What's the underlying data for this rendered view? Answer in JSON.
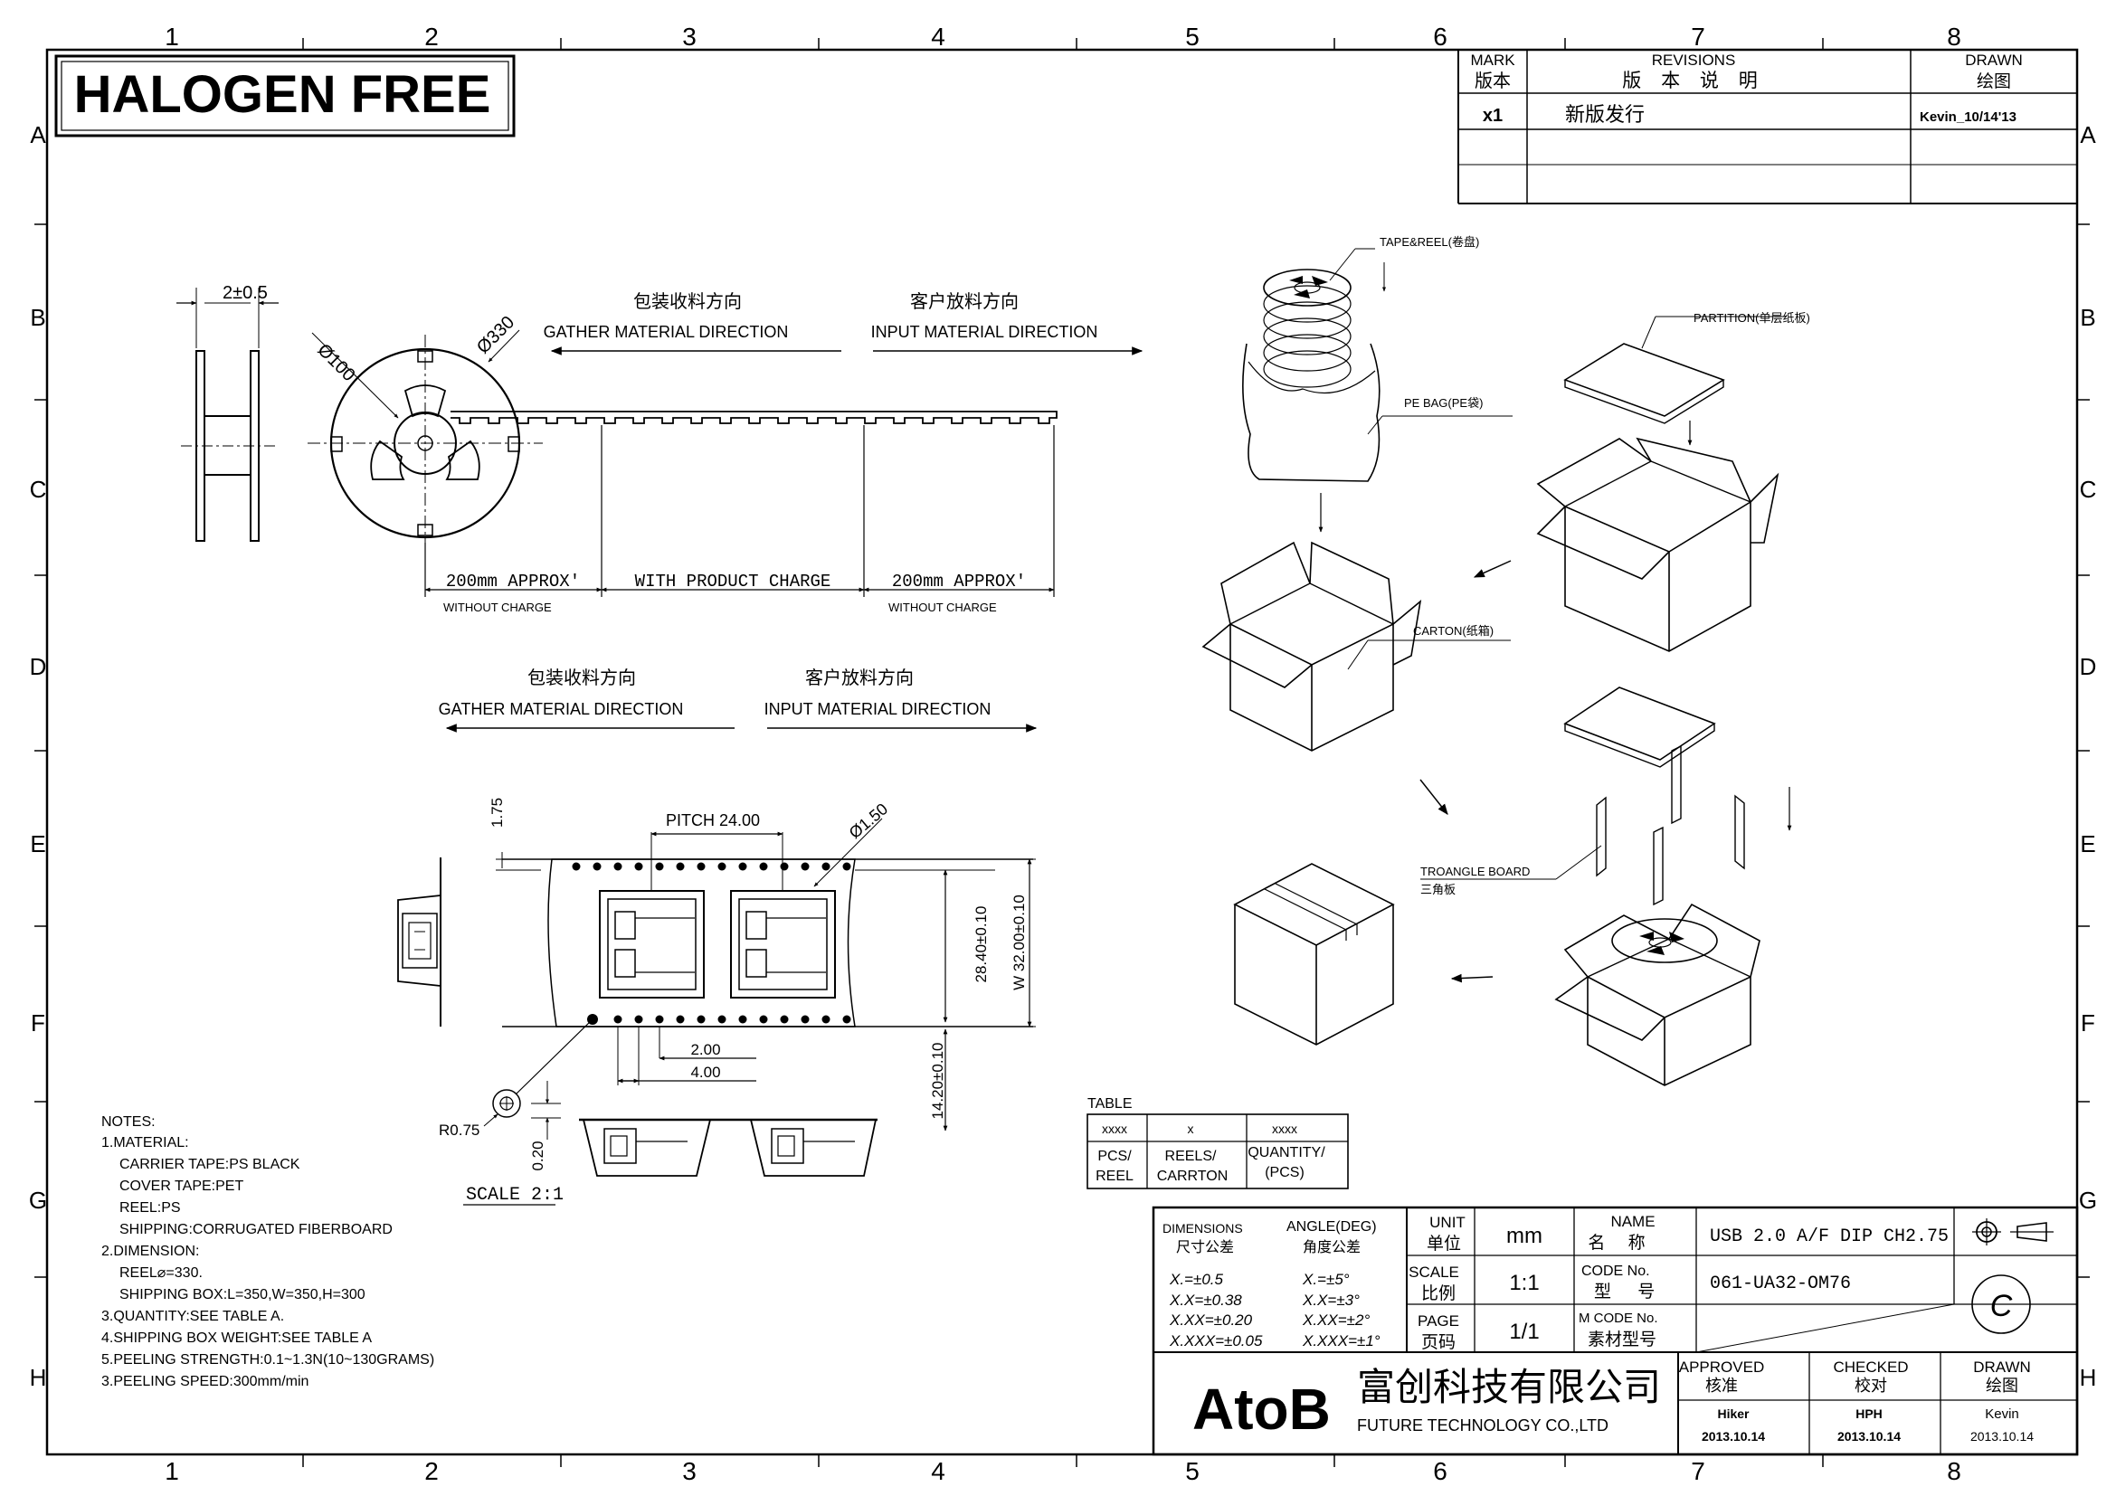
{
  "banner": "HALOGEN FREE",
  "grid": {
    "columns": [
      "1",
      "2",
      "3",
      "4",
      "5",
      "6",
      "7",
      "8"
    ],
    "rows": [
      "A",
      "B",
      "C",
      "D",
      "E",
      "F",
      "G",
      "H"
    ]
  },
  "revisions": {
    "mark_header": "MARK",
    "mark_header_cn": "版本",
    "rev_header": "REVISIONS",
    "rev_header_cn": "版 本 说 明",
    "drawn_header": "DRAWN",
    "drawn_header_cn": "绘图",
    "mark": "x1",
    "description": "新版发行",
    "drawn": "Kevin_10/14'13"
  },
  "reel_view": {
    "dim_width": "2±0.5",
    "dim_hub": "Ø100",
    "dim_reel": "Ø330",
    "gather_cn": "包装收料方向",
    "gather": "GATHER MATERIAL DIRECTION",
    "input_cn": "客户放料方向",
    "input": "INPUT MATERIAL DIRECTION",
    "leader_left": "200mm APPROX'",
    "leader_left_sub": "WITHOUT CHARGE",
    "middle": "WITH PRODUCT CHARGE",
    "leader_right": "200mm APPROX'",
    "leader_right_sub": "WITHOUT CHARGE"
  },
  "tape_view": {
    "gather_cn": "包装收料方向",
    "gather": "GATHER MATERIAL DIRECTION",
    "input_cn": "客户放料方向",
    "input": "INPUT MATERIAL DIRECTION",
    "dim_175": "1.75",
    "pitch": "PITCH 24.00",
    "hole": "Ø1.50",
    "dim_2840": "28.40±0.10",
    "dim_w": "W 32.00±0.10",
    "dim_1420": "14.20±0.10",
    "dim_200": "2.00",
    "dim_400": "4.00",
    "dim_r": "R0.75",
    "dim_020": "0.20",
    "scale": "SCALE 2:1"
  },
  "packaging": {
    "tape_reel": "TAPE&REEL(卷盘)",
    "partition": "PARTITION(单层纸板)",
    "pe_bag": "PE BAG(PE袋)",
    "carton": "CARTON(纸箱)",
    "triangle": "TROANGLE BOARD",
    "triangle_cn": "三角板"
  },
  "table": {
    "title": "TABLE",
    "row1": [
      "xxxx",
      "x",
      "xxxx"
    ],
    "row2": [
      "PCS/",
      "REELS/",
      "QUANTITY/"
    ],
    "row3": [
      "REEL",
      "CARRTON",
      "(PCS)"
    ]
  },
  "notes": [
    "NOTES:",
    "1.MATERIAL:",
    "CARRIER TAPE:PS BLACK",
    "COVER TAPE:PET",
    "REEL:PS",
    "SHIPPING:CORRUGATED FIBERBOARD",
    "2.DIMENSION:",
    "REEL⌀=330.",
    "SHIPPING BOX:L=350,W=350,H=300",
    "3.QUANTITY:SEE TABLE A.",
    "4.SHIPPING BOX WEIGHT:SEE TABLE A",
    "5.PEELING STRENGTH:0.1~1.3N(10~130GRAMS)",
    "3.PEELING SPEED:300mm/min"
  ],
  "title_block": {
    "dimensions": "DIMENSIONS",
    "dimensions_cn": "尺寸公差",
    "angle": "ANGLE(DEG)",
    "angle_cn": "角度公差",
    "tol_lin": [
      "X.=±0.5",
      "X.X=±0.38",
      "X.XX=±0.20",
      "X.XXX=±0.05"
    ],
    "tol_ang": [
      "X.=±5°",
      "X.X=±3°",
      "X.XX=±2°",
      "X.XXX=±1°"
    ],
    "unit": "UNIT",
    "unit_cn": "单位",
    "unit_val": "mm",
    "scale": "SCALE",
    "scale_cn": "比例",
    "scale_val": "1:1",
    "page": "PAGE",
    "page_cn": "页码",
    "page_val": "1/1",
    "name": "NAME",
    "name_cn": "名 称",
    "name_val": "USB 2.0 A/F DIP CH2.75",
    "code": "CODE No.",
    "code_cn": "型 号",
    "code_val": "061-UA32-OM76",
    "mcode": "M CODE No.",
    "mcode_cn": "素材型号",
    "revision_letter": "C",
    "company_logo": "AtoB",
    "company_cn": "富创科技有限公司",
    "company_en": "FUTURE TECHNOLOGY CO.,LTD",
    "approved": "APPROVED",
    "approved_cn": "核准",
    "approved_by": "Hiker",
    "approved_date": "2013.10.14",
    "checked": "CHECKED",
    "checked_cn": "校对",
    "checked_by": "HPH",
    "checked_date": "2013.10.14",
    "drawn": "DRAWN",
    "drawn_cn": "绘图",
    "drawn_by": "Kevin",
    "drawn_date": "2013.10.14"
  }
}
